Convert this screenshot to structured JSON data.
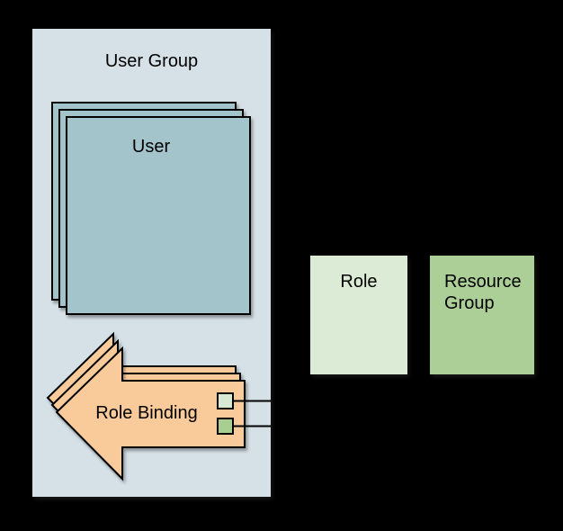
{
  "diagram": {
    "user_group": {
      "label": "User Group"
    },
    "user_stack": {
      "label": "User",
      "layer_count": 3
    },
    "role_binding": {
      "label": "Role Binding",
      "layer_count": 3
    },
    "role_box": {
      "label": "Role"
    },
    "resource_group_box": {
      "label": "Resource Group"
    },
    "colors": {
      "background": "#000000",
      "user_group_fill": "#d5e1e7",
      "user_fill": "#a3c4cb",
      "role_binding_fill": "#f9cb9b",
      "role_fill": "#dcebd5",
      "resource_group_fill": "#accf97",
      "port_role_fill": "#d8e9d3",
      "port_resource_fill": "#a8ce92",
      "stroke": "#000000"
    }
  }
}
